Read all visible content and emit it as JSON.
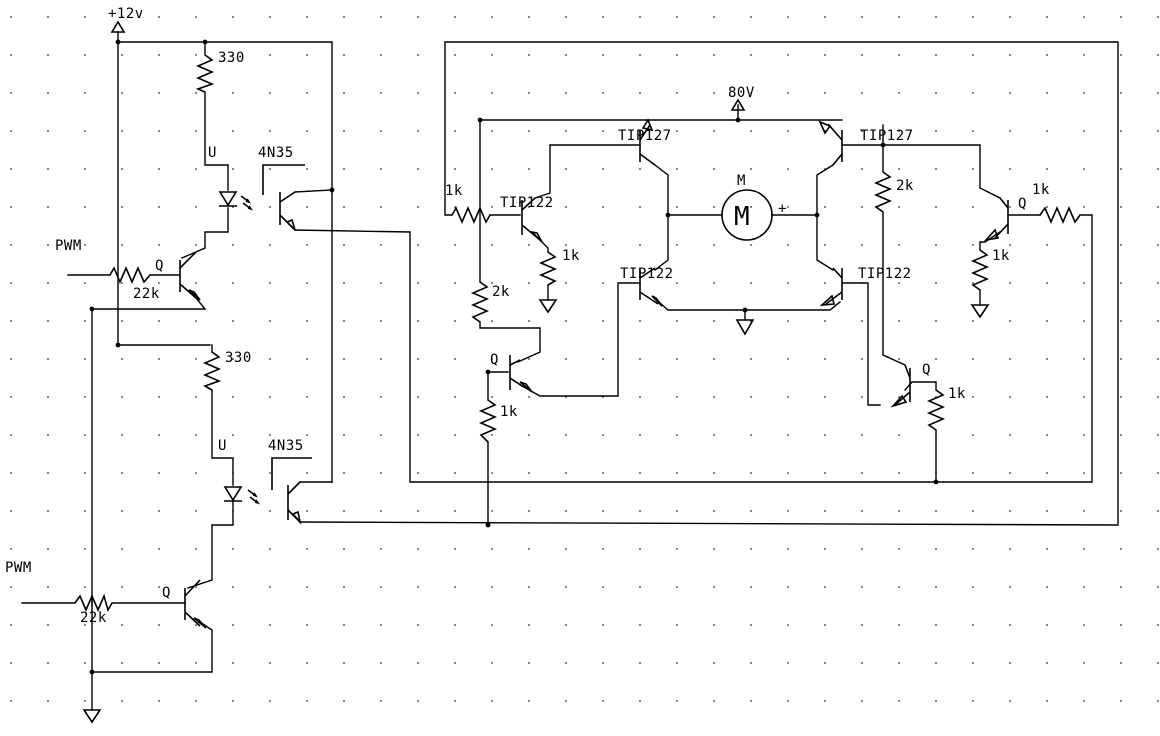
{
  "labels": {
    "supply_12v": "+12v",
    "supply_80v": "80V",
    "pwm_top": "PWM",
    "pwm_bottom": "PWM",
    "r330_top": "330",
    "r330_bottom": "330",
    "u_top": "U",
    "u_bottom": "U",
    "optocoupler_top": "4N35",
    "optocoupler_bottom": "4N35",
    "r22k_top": "22k",
    "r22k_bottom": "22k",
    "q_top_left": "Q",
    "q_bottom_left": "Q",
    "q_mid_left": "Q",
    "q_mid_right": "Q",
    "q_far_right": "Q",
    "tip127_left": "TIP127",
    "tip127_right": "TIP127",
    "tip122_top_left": "TIP122",
    "tip122_bottom_left": "TIP122",
    "tip122_bottom_right": "TIP122",
    "r1k_left_base": "1k",
    "r1k_left_emitter": "1k",
    "r2k_left": "2k",
    "r1k_left_lower": "1k",
    "r2k_right": "2k",
    "r1k_right_base": "1k",
    "r1k_right_emitter": "1k",
    "r1k_right_lower": "1k",
    "motor_label": "M",
    "motor_symbol": "M",
    "motor_plus": "+"
  }
}
